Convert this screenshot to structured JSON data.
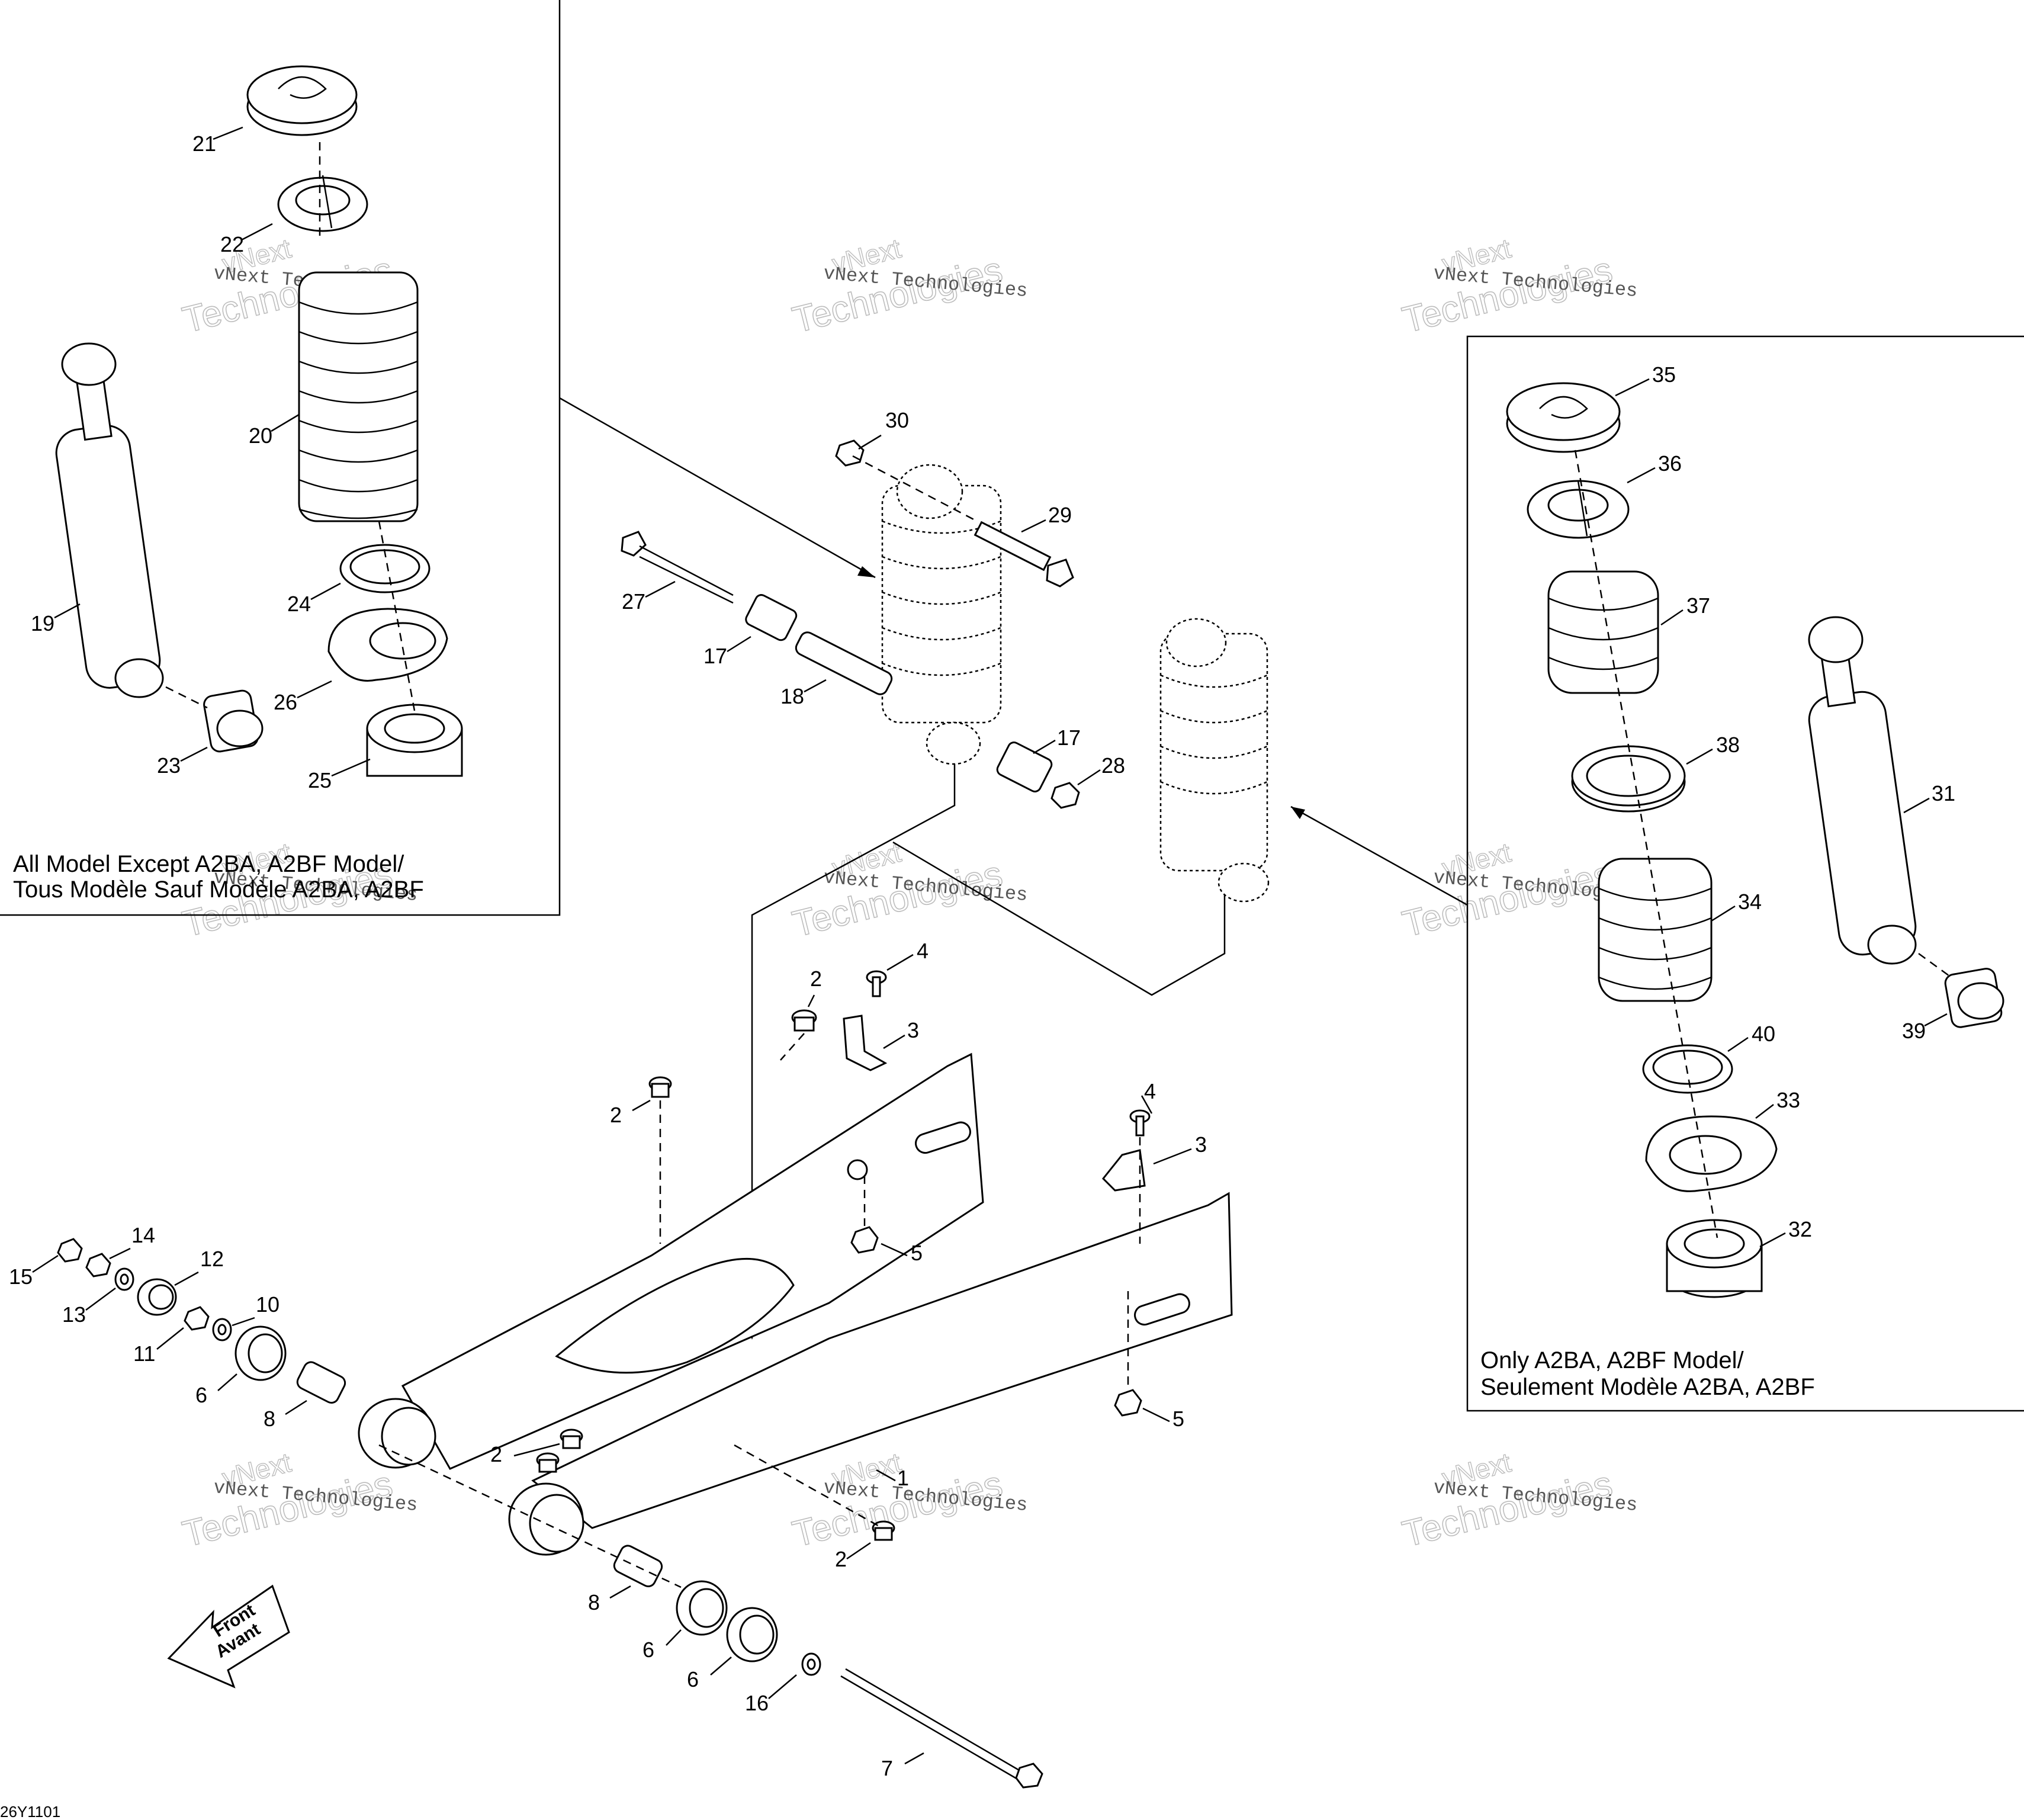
{
  "diagram": {
    "callouts": [
      {
        "n": "21"
      },
      {
        "n": "22"
      },
      {
        "n": "20"
      },
      {
        "n": "19"
      },
      {
        "n": "24"
      },
      {
        "n": "26"
      },
      {
        "n": "23"
      },
      {
        "n": "25"
      },
      {
        "n": "30"
      },
      {
        "n": "29"
      },
      {
        "n": "27"
      },
      {
        "n": "17"
      },
      {
        "n": "18"
      },
      {
        "n": "17"
      },
      {
        "n": "28"
      },
      {
        "n": "35"
      },
      {
        "n": "36"
      },
      {
        "n": "37"
      },
      {
        "n": "31"
      },
      {
        "n": "38"
      },
      {
        "n": "34"
      },
      {
        "n": "39"
      },
      {
        "n": "40"
      },
      {
        "n": "33"
      },
      {
        "n": "32"
      },
      {
        "n": "4"
      },
      {
        "n": "2"
      },
      {
        "n": "3"
      },
      {
        "n": "2"
      },
      {
        "n": "4"
      },
      {
        "n": "3"
      },
      {
        "n": "5"
      },
      {
        "n": "5"
      },
      {
        "n": "14"
      },
      {
        "n": "15"
      },
      {
        "n": "12"
      },
      {
        "n": "13"
      },
      {
        "n": "10"
      },
      {
        "n": "11"
      },
      {
        "n": "6"
      },
      {
        "n": "8"
      },
      {
        "n": "2"
      },
      {
        "n": "1"
      },
      {
        "n": "2"
      },
      {
        "n": "8"
      },
      {
        "n": "6"
      },
      {
        "n": "6"
      },
      {
        "n": "16"
      },
      {
        "n": "7"
      }
    ],
    "left_box": {
      "line1": "All Model Except A2BA, A2BF Model/",
      "line2": "Tous Modèle Sauf Modèle A2BA, A2BF"
    },
    "right_box": {
      "line1": "Only A2BA, A2BF Model/",
      "line2": "Seulement Modèle A2BA, A2BF"
    },
    "front_arrow": {
      "line1": "Front",
      "line2": "Avant"
    },
    "code": "26Y1101",
    "watermark": {
      "small": "vNext Technologies",
      "top": "vNext",
      "large": "Technologies"
    }
  }
}
